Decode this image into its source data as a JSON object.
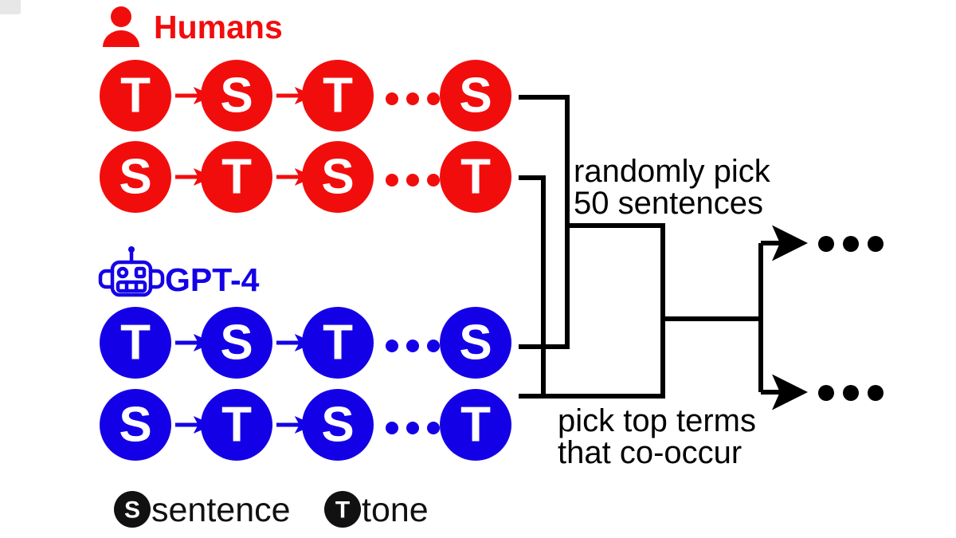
{
  "figure": {
    "type": "pipeline-diagram",
    "background": "#ffffff"
  },
  "colors": {
    "humans": "#F20D0D",
    "gpt4": "#1400E6",
    "connector": "#000000",
    "legend_marker": "#111111",
    "node_text": "#ffffff"
  },
  "groups": [
    {
      "id": "humans",
      "icon": "person-icon",
      "label": "Humans",
      "color": "#F20D0D",
      "rows": [
        {
          "id": "humans-row-1",
          "nodes": [
            "T",
            "S",
            "T",
            "S"
          ],
          "ellipsis": "···"
        },
        {
          "id": "humans-row-2",
          "nodes": [
            "S",
            "T",
            "S",
            "T"
          ],
          "ellipsis": "···"
        }
      ]
    },
    {
      "id": "gpt4",
      "icon": "robot-icon",
      "label": "GPT-4",
      "color": "#1400E6",
      "rows": [
        {
          "id": "gpt4-row-1",
          "nodes": [
            "T",
            "S",
            "T",
            "S"
          ],
          "ellipsis": "···"
        },
        {
          "id": "gpt4-row-2",
          "nodes": [
            "S",
            "T",
            "S",
            "T"
          ],
          "ellipsis": "···"
        }
      ]
    }
  ],
  "annotations": {
    "step_1": {
      "line_1": "randomly pick",
      "line_2": "50 sentences"
    },
    "step_2": {
      "line_1": "pick top terms",
      "line_2": "that co-occur"
    }
  },
  "outputs": [
    {
      "id": "output-top",
      "label": "•••"
    },
    {
      "id": "output-bottom",
      "label": "•••"
    }
  ],
  "legend": [
    {
      "id": "legend-sentence",
      "marker": "S",
      "label": "sentence"
    },
    {
      "id": "legend-tone",
      "marker": "T",
      "label": "tone"
    }
  ]
}
